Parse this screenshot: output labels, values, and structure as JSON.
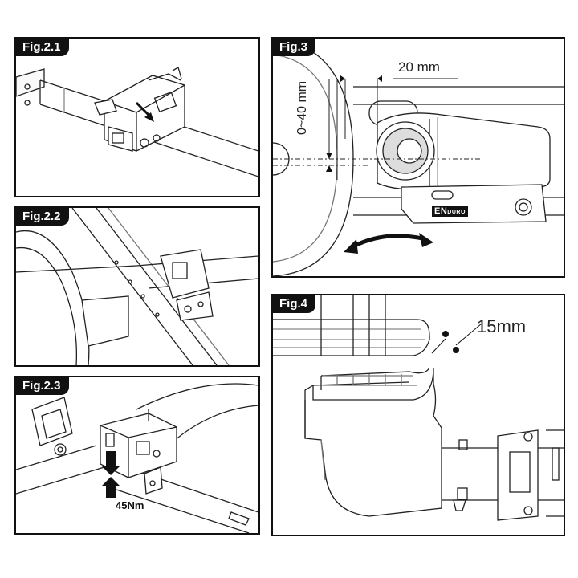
{
  "figures": {
    "fig_2_1": {
      "label": "Fig.2.1"
    },
    "fig_2_2": {
      "label": "Fig.2.2"
    },
    "fig_2_3": {
      "label": "Fig.2.3",
      "torque": "45Nm"
    },
    "fig_3": {
      "label": "Fig.3",
      "horizontal_gap": "20 mm",
      "vertical_range": "0~40 mm",
      "brand_main": "EN",
      "brand_sub": "DURO"
    },
    "fig_4": {
      "label": "Fig.4",
      "distance": "15mm"
    }
  }
}
